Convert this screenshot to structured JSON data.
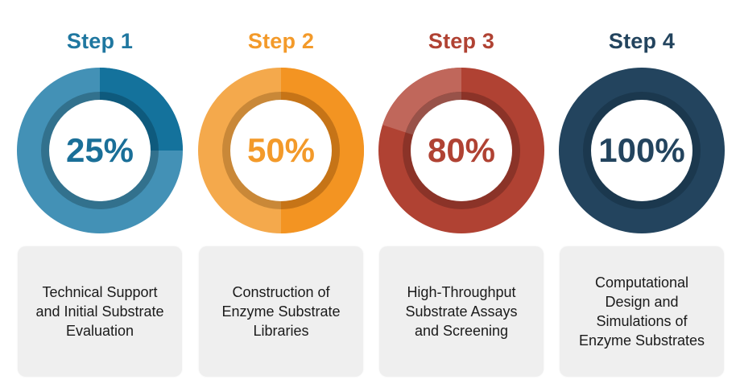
{
  "steps": [
    {
      "title": "Step 1",
      "percent_label": "25%",
      "percent": 25,
      "description": "Technical Support\nand Initial Substrate\nEvaluation",
      "colors": {
        "title": "#1f77a0",
        "progress": "#14729c",
        "remainder": "#4391b6",
        "inner_ring_progress": "#0e5a7d",
        "inner_ring_remainder": "#32718d",
        "text": "#1a6f98"
      }
    },
    {
      "title": "Step 2",
      "percent_label": "50%",
      "percent": 50,
      "description": "Construction of\nEnzyme Substrate\nLibraries",
      "colors": {
        "title": "#f39a2a",
        "progress": "#f39422",
        "remainder": "#f4a94c",
        "inner_ring_progress": "#c67417",
        "inner_ring_remainder": "#c98838",
        "text": "#f39a2a"
      }
    },
    {
      "title": "Step 3",
      "percent_label": "80%",
      "percent": 80,
      "description": "High-Throughput\nSubstrate Assays\nand Screening",
      "colors": {
        "title": "#b04233",
        "progress": "#b04233",
        "remainder": "#c0675b",
        "inner_ring_progress": "#8b3328",
        "inner_ring_remainder": "#985249",
        "text": "#b04233"
      }
    },
    {
      "title": "Step 4",
      "percent_label": "100%",
      "percent": 100,
      "description": "Computational\nDesign and\nSimulations of\nEnzyme Substrates",
      "colors": {
        "title": "#23445e",
        "progress": "#23445e",
        "remainder": "#23445e",
        "inner_ring_progress": "#1b384e",
        "inner_ring_remainder": "#1b384e",
        "text": "#23445e"
      }
    }
  ]
}
